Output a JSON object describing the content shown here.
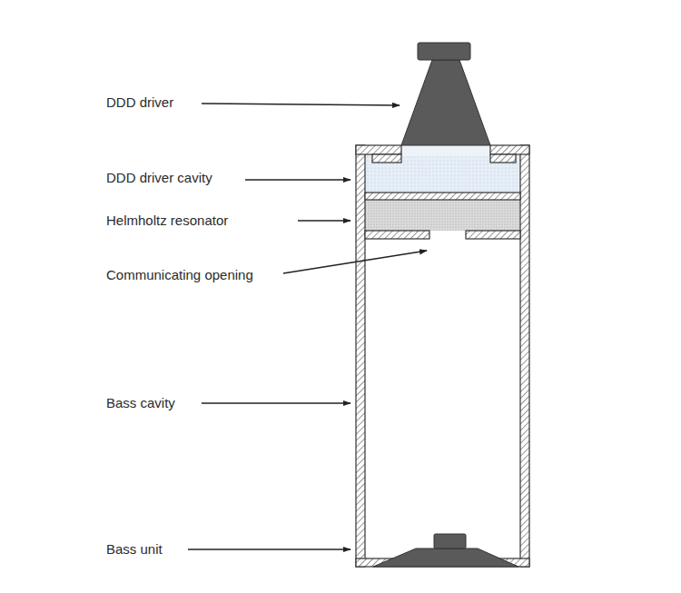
{
  "diagram": {
    "labels": [
      "DDD driver",
      "DDD driver cavity",
      "Helmholtz resonator",
      "Communicating opening",
      "Bass cavity",
      "Bass unit"
    ]
  }
}
